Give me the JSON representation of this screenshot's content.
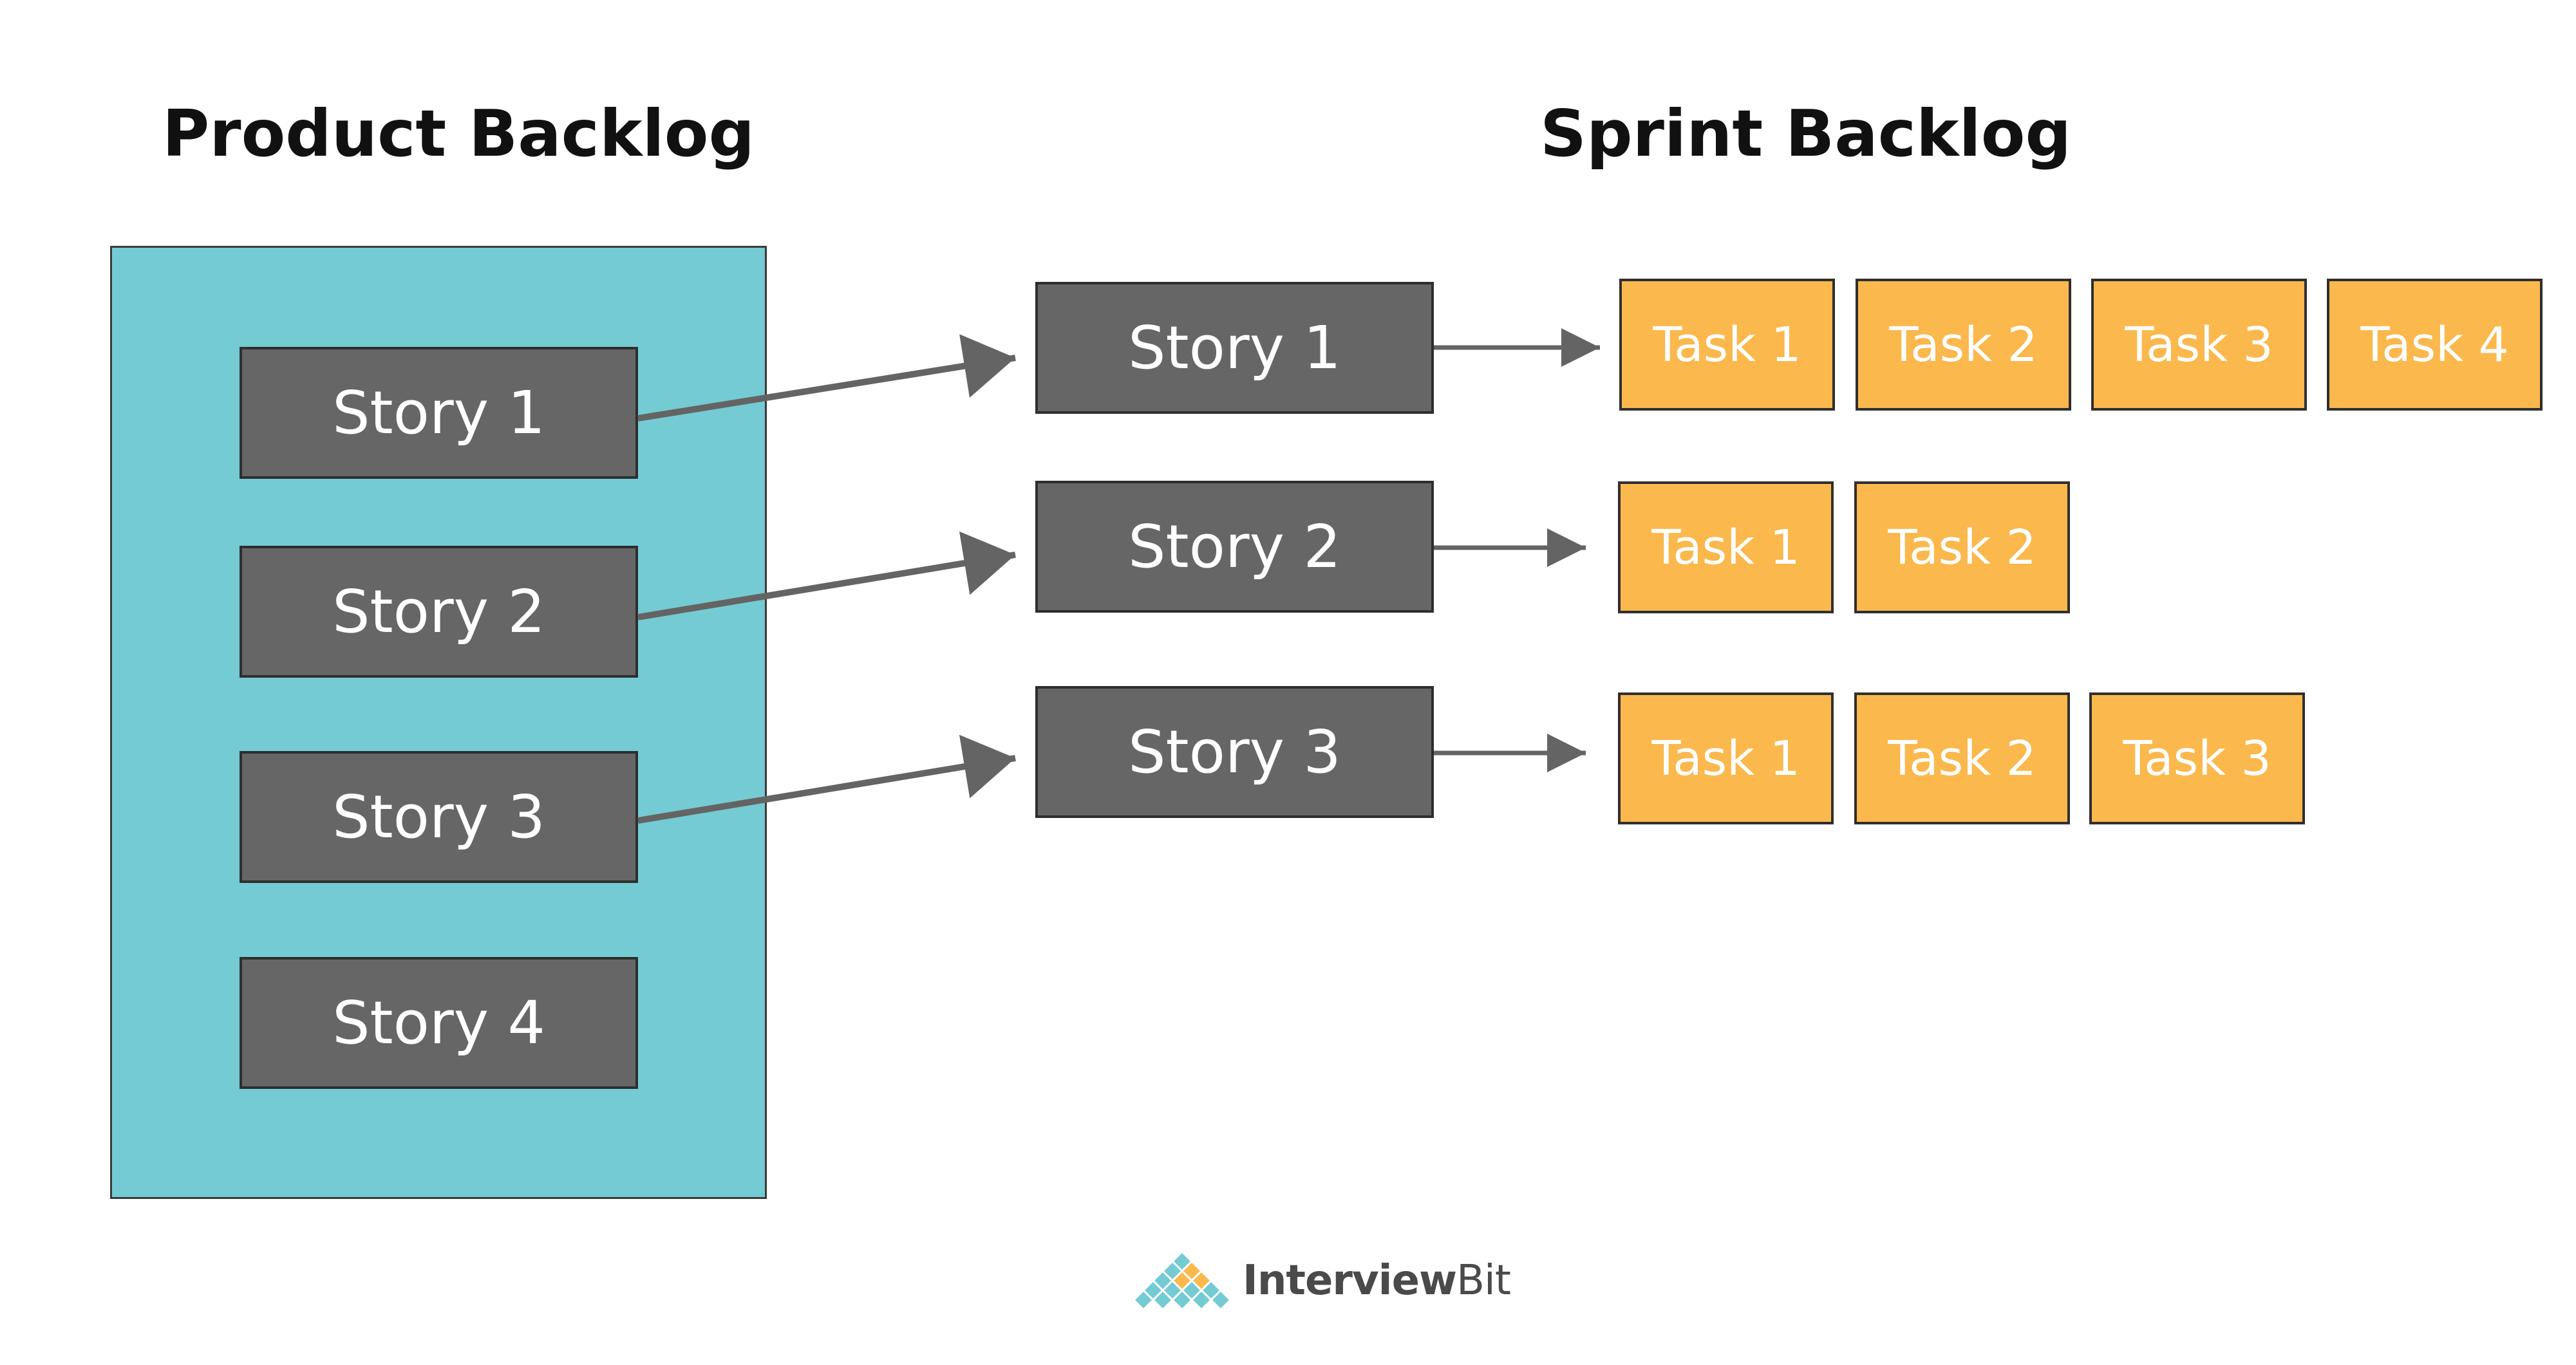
{
  "product_backlog": {
    "title": "Product Backlog",
    "stories": [
      "Story 1",
      "Story 2",
      "Story 3",
      "Story 4"
    ]
  },
  "sprint_backlog": {
    "title": "Sprint Backlog",
    "rows": [
      {
        "story": "Story 1",
        "tasks": [
          "Task 1",
          "Task 2",
          "Task 3",
          "Task 4"
        ]
      },
      {
        "story": "Story 2",
        "tasks": [
          "Task 1",
          "Task 2"
        ]
      },
      {
        "story": "Story 3",
        "tasks": [
          "Task 1",
          "Task 2",
          "Task 3"
        ]
      }
    ]
  },
  "brand": {
    "name_bold": "Interview",
    "name_regular": "Bit",
    "colors": {
      "teal": "#74cbd3",
      "orange": "#fbb84d",
      "gray": "#666666"
    }
  }
}
